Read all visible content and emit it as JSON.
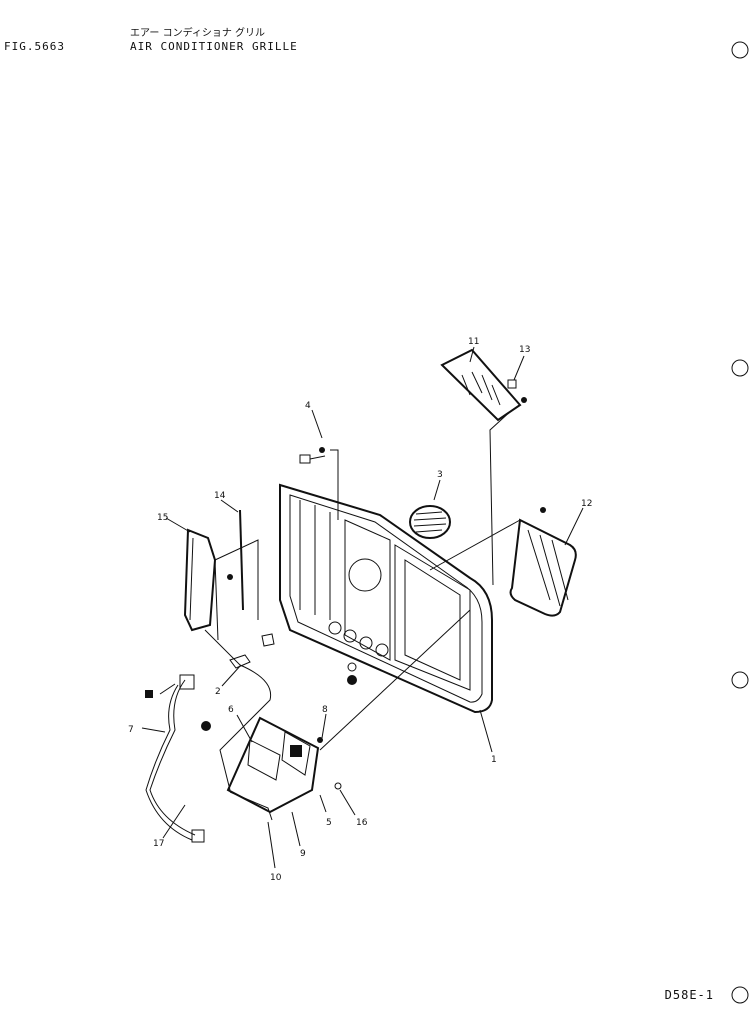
{
  "header": {
    "japanese_title": "エアー コンディショナ グリル",
    "figure_number": "FIG.5663",
    "title": "AIR CONDITIONER GRILLE"
  },
  "footer": {
    "page_code": "D58E-1"
  },
  "callouts": [
    "1",
    "2",
    "3",
    "4",
    "5",
    "6",
    "7",
    "8",
    "9",
    "10",
    "11",
    "12",
    "13",
    "14",
    "15",
    "16",
    "17"
  ]
}
